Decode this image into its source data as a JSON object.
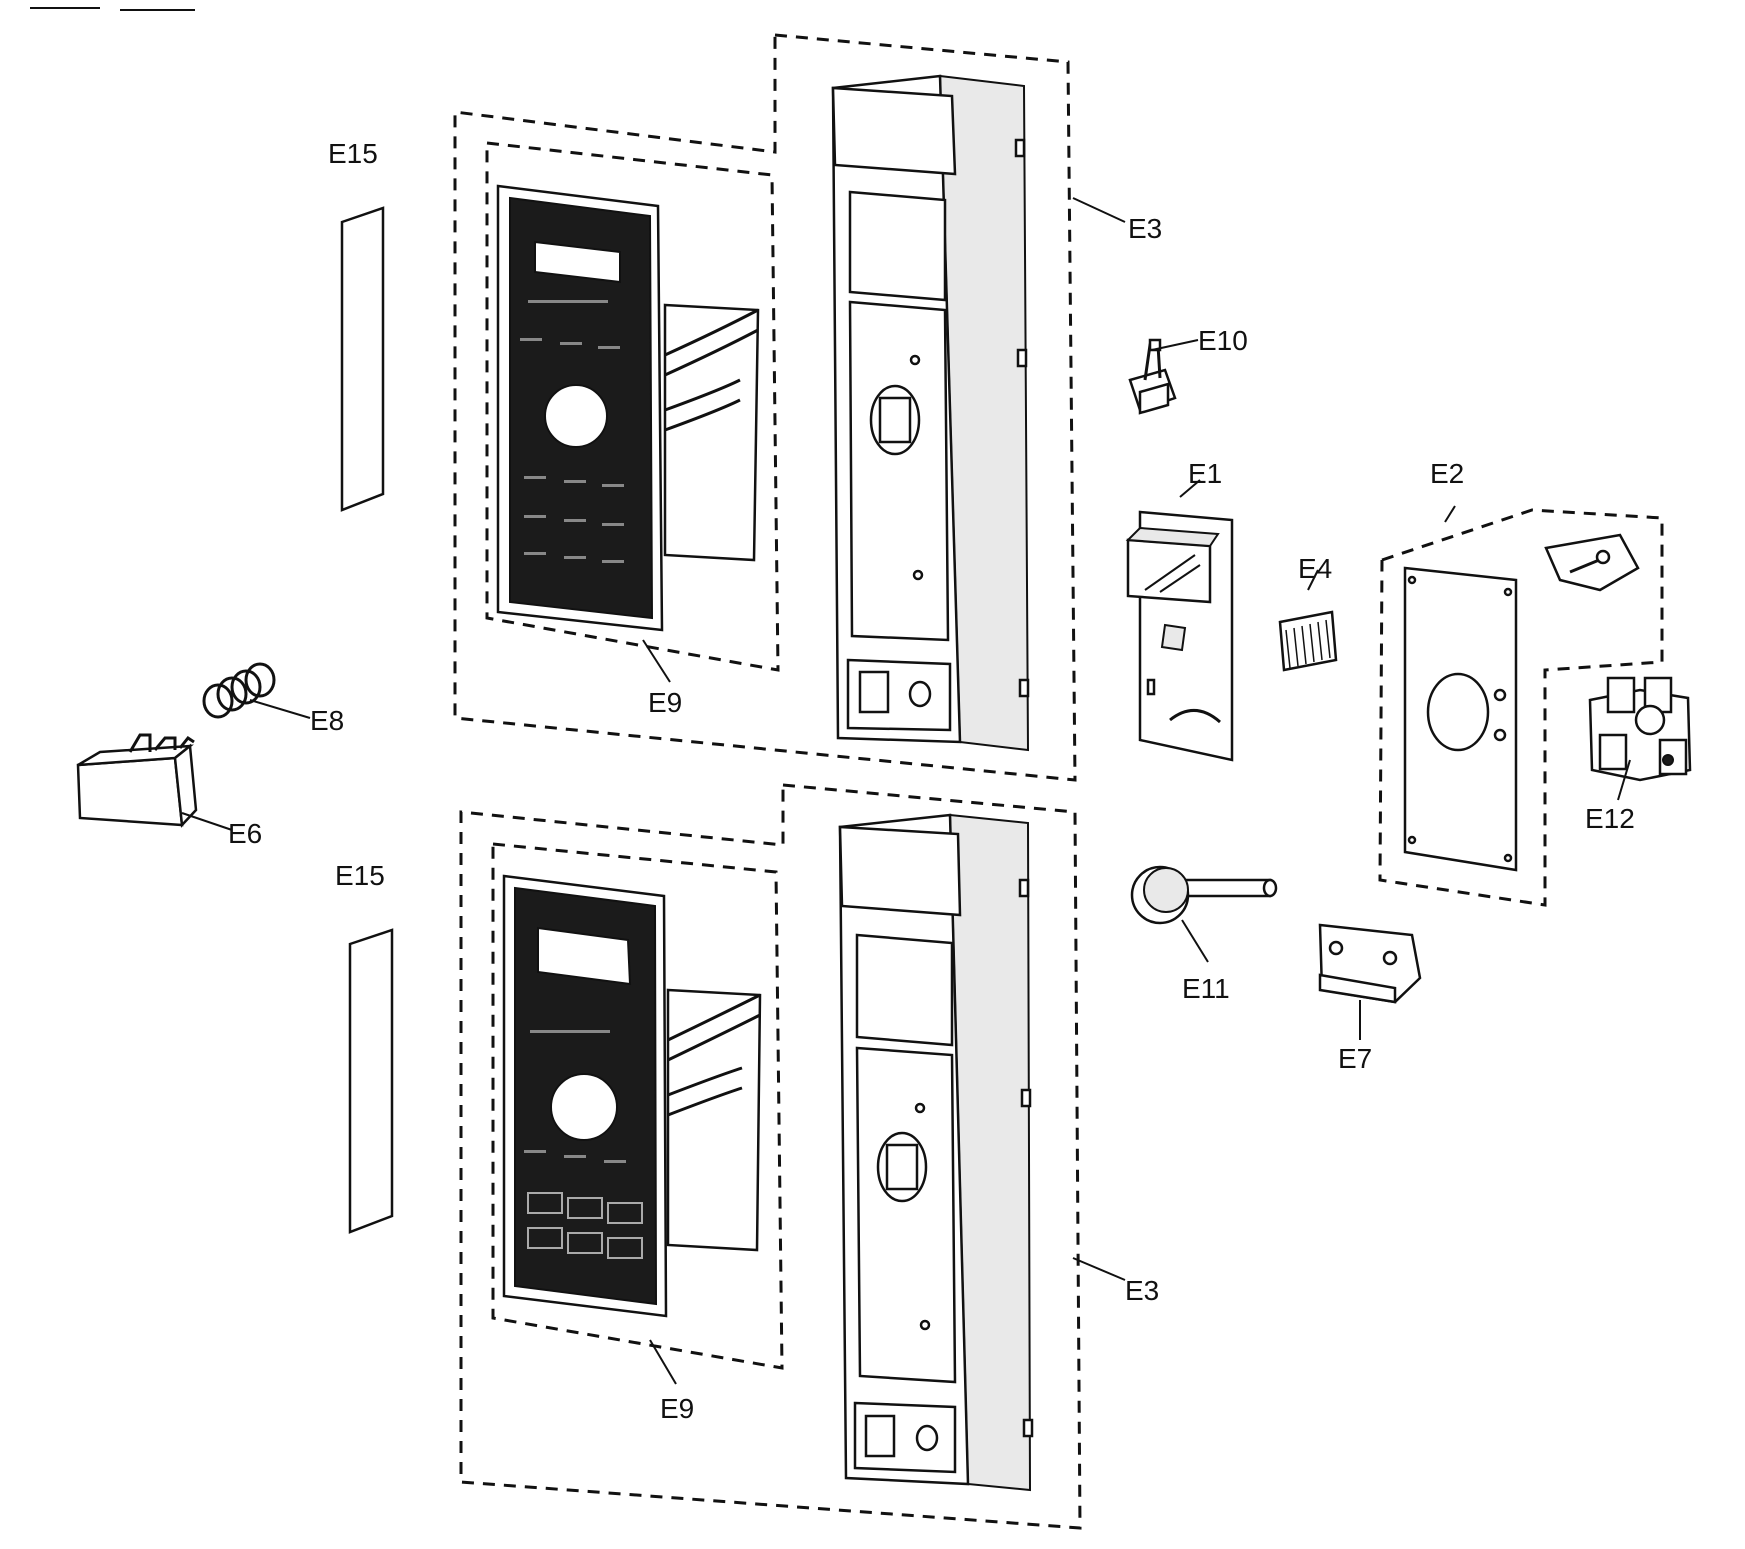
{
  "labels": {
    "e1": "E1",
    "e2": "E2",
    "e3_top": "E3",
    "e3_bottom": "E3",
    "e4": "E4",
    "e6": "E6",
    "e7": "E7",
    "e8": "E8",
    "e9_top": "E9",
    "e9_bottom": "E9",
    "e10": "E10",
    "e11": "E11",
    "e12": "E12",
    "e15_top": "E15",
    "e15_bottom": "E15"
  }
}
